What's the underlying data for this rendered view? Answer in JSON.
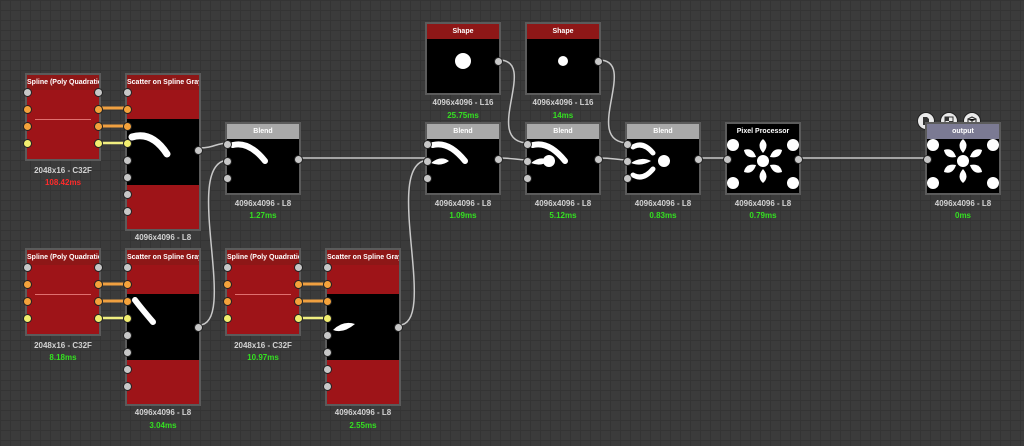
{
  "nodes": {
    "spline1": {
      "title": "Spline (Poly Quadratic)",
      "res": "2048x16 - C32F",
      "time": "108.42ms"
    },
    "scatter1": {
      "title": "Scatter on Spline Gray...",
      "res": "4096x4096 - L8"
    },
    "blend1": {
      "title": "Blend",
      "res": "4096x4096 - L8",
      "time": "1.27ms"
    },
    "shape1": {
      "title": "Shape",
      "res": "4096x4096 - L16",
      "time": "25.75ms"
    },
    "shape2": {
      "title": "Shape",
      "res": "4096x4096 - L16",
      "time": "14ms"
    },
    "blend2": {
      "title": "Blend",
      "res": "4096x4096 - L8",
      "time": "1.09ms"
    },
    "blend3": {
      "title": "Blend",
      "res": "4096x4096 - L8",
      "time": "5.12ms"
    },
    "blend4": {
      "title": "Blend",
      "res": "4096x4096 - L8",
      "time": "0.83ms"
    },
    "pixel": {
      "title": "Pixel Processor",
      "res": "4096x4096 - L8",
      "time": "0.79ms"
    },
    "output": {
      "title": "output",
      "res": "4096x4096 - L8",
      "time": "0ms"
    },
    "spline2": {
      "title": "Spline (Poly Quadratic)",
      "res": "2048x16 - C32F",
      "time": "8.18ms"
    },
    "scatter2": {
      "title": "Scatter on Spline Gray...",
      "res": "4096x4096 - L8",
      "time": "3.04ms"
    },
    "spline3": {
      "title": "Spline (Poly Quadratic)",
      "res": "2048x16 - C32F",
      "time": "10.97ms"
    },
    "scatter3": {
      "title": "Scatter on Spline Gray...",
      "res": "4096x4096 - L8",
      "time": "2.55ms"
    }
  },
  "output_icons": [
    "document-icon",
    "checker-icon",
    "cube-icon"
  ],
  "colors": {
    "header_red": "#8e1717",
    "body_red": "#9e1418",
    "header_gray": "#a9a9a9",
    "header_output": "#7b7a93",
    "time_green": "#34e021",
    "time_red": "#ff2b2b",
    "port_orange": "#f4a23b",
    "port_yellow": "#f2ee6f"
  }
}
